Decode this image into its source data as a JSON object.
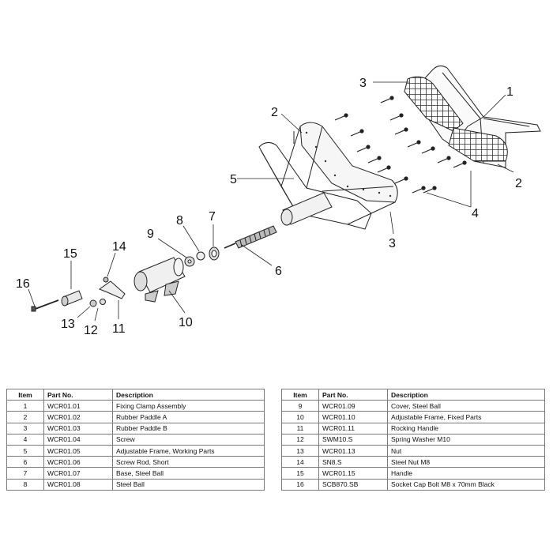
{
  "callouts": [
    "1",
    "2",
    "2",
    "3",
    "3",
    "4",
    "5",
    "6",
    "7",
    "8",
    "9",
    "10",
    "11",
    "12",
    "13",
    "14",
    "15",
    "16"
  ],
  "table_headers": {
    "item": "Item",
    "part_no": "Part No.",
    "description": "Description"
  },
  "parts_left": [
    {
      "item": "1",
      "part_no": "WCR01.01",
      "description": "Fixing Clamp Assembly"
    },
    {
      "item": "2",
      "part_no": "WCR01.02",
      "description": "Rubber Paddle A"
    },
    {
      "item": "3",
      "part_no": "WCR01.03",
      "description": "Rubber Paddle B"
    },
    {
      "item": "4",
      "part_no": "WCR01.04",
      "description": "Screw"
    },
    {
      "item": "5",
      "part_no": "WCR01.05",
      "description": "Adjustable Frame, Working Parts"
    },
    {
      "item": "6",
      "part_no": "WCR01.06",
      "description": "Screw Rod, Short"
    },
    {
      "item": "7",
      "part_no": "WCR01.07",
      "description": "Base, Steel Ball"
    },
    {
      "item": "8",
      "part_no": "WCR01.08",
      "description": "Steel Ball"
    }
  ],
  "parts_right": [
    {
      "item": "9",
      "part_no": "WCR01.09",
      "description": "Cover, Steel Ball"
    },
    {
      "item": "10",
      "part_no": "WCR01.10",
      "description": "Adjustable Frame, Fixed Parts"
    },
    {
      "item": "11",
      "part_no": "WCR01.11",
      "description": "Rocking Handle"
    },
    {
      "item": "12",
      "part_no": "SWM10.S",
      "description": "Spring Washer M10"
    },
    {
      "item": "13",
      "part_no": "WCR01.13",
      "description": "Nut"
    },
    {
      "item": "14",
      "part_no": "SN8.S",
      "description": "Steel Nut M8"
    },
    {
      "item": "15",
      "part_no": "WCR01.15",
      "description": "Handle"
    },
    {
      "item": "16",
      "part_no": "SCB870.SB",
      "description": "Socket Cap Bolt M8 x 70mm Black"
    }
  ]
}
